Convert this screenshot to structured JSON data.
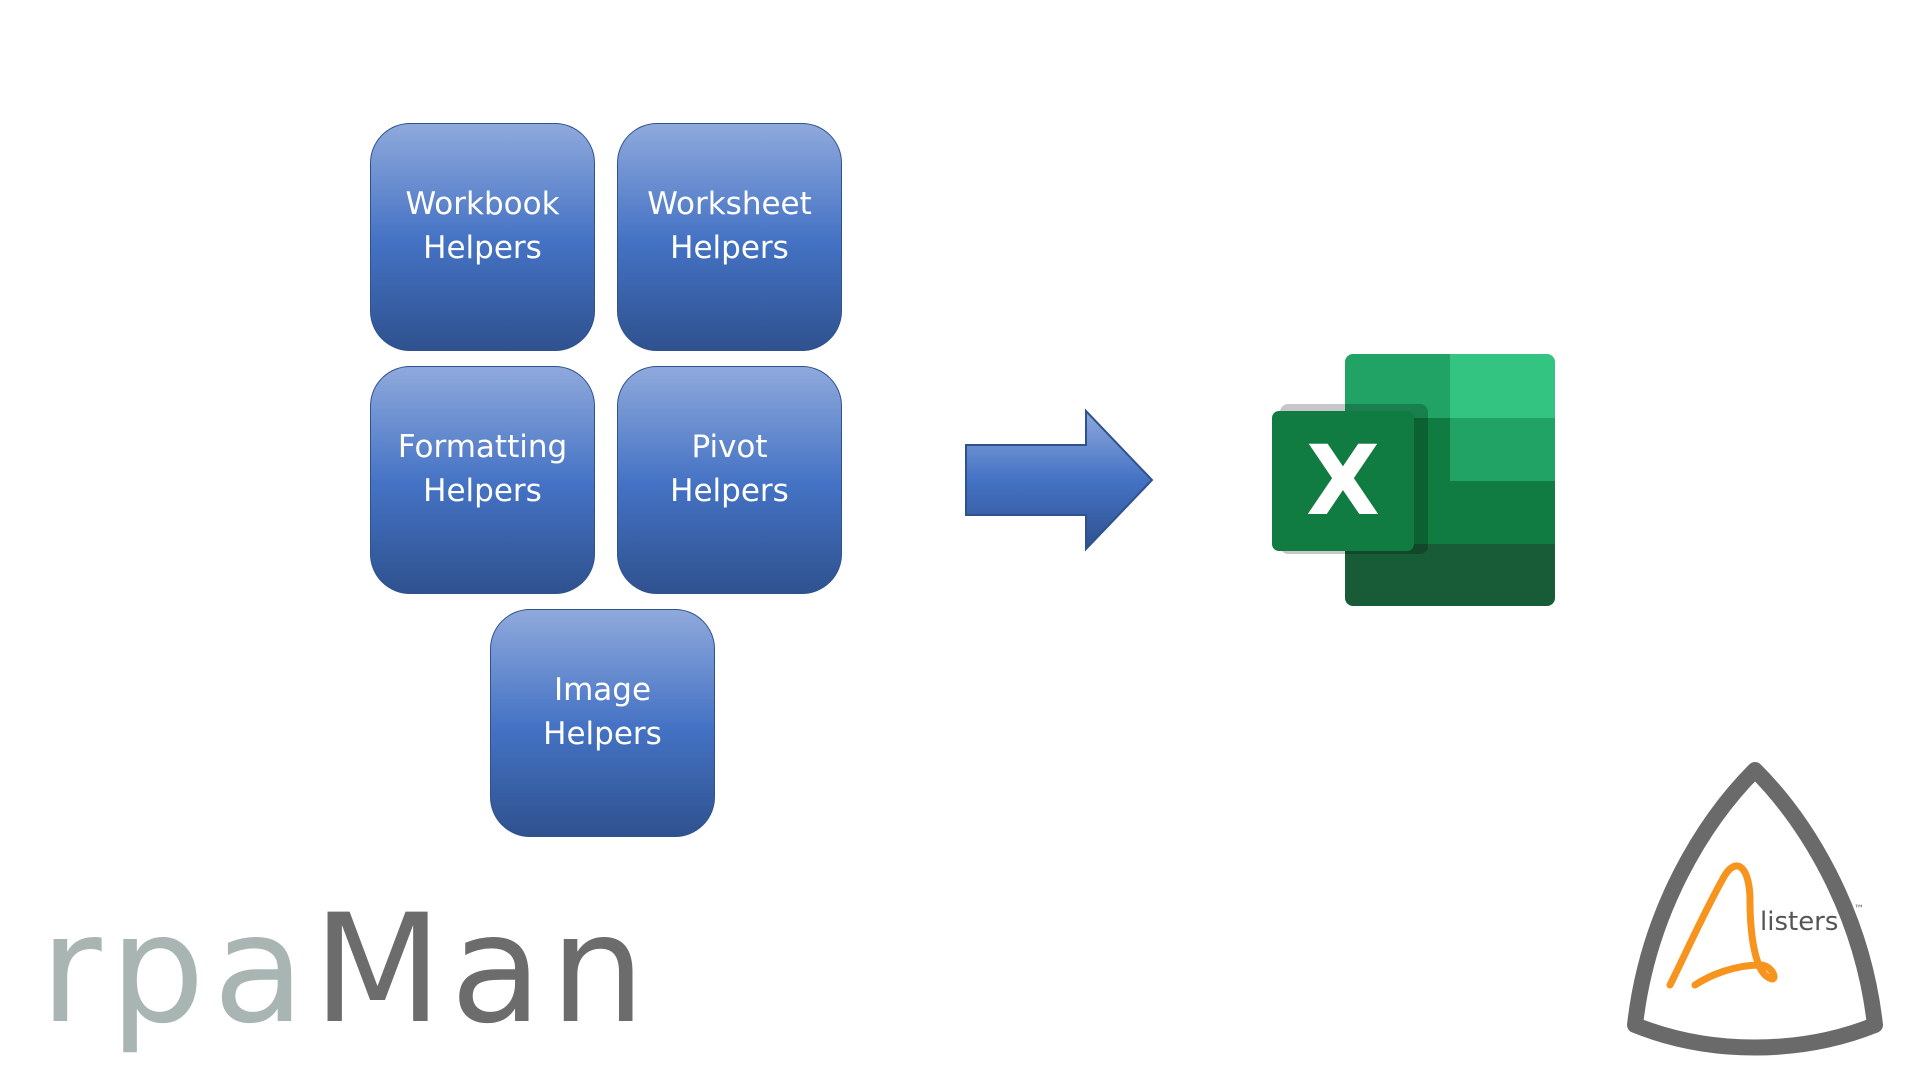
{
  "helpers": {
    "workbook": {
      "line1": "Workbook",
      "line2": "Helpers"
    },
    "worksheet": {
      "line1": "Worksheet",
      "line2": "Helpers"
    },
    "formatting": {
      "line1": "Formatting",
      "line2": "Helpers"
    },
    "pivot": {
      "line1": "Pivot",
      "line2": "Helpers"
    },
    "image": {
      "line1": "Image",
      "line2": "Helpers"
    }
  },
  "excel_logo": {
    "letter": "X"
  },
  "rpaman_logo": {
    "part1": "rpa",
    "part2": "Man"
  },
  "alisters_logo": {
    "text": "listers",
    "trademark": "™"
  },
  "colors": {
    "box_top": "#8fa9dc",
    "box_mid": "#4472c4",
    "box_bottom": "#2f528f",
    "excel_dark": "#185c37",
    "excel_mid": "#21a366",
    "excel_light": "#33c481",
    "excel_badge": "#107c41",
    "alisters_border": "#666666",
    "alisters_orange": "#f7941d"
  }
}
